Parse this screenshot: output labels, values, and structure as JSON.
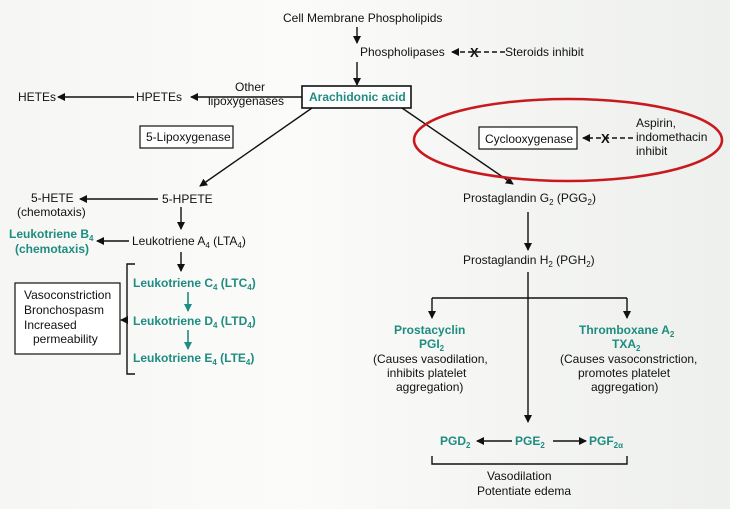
{
  "top": {
    "phospholipids": "Cell Membrane Phospholipids",
    "phospholipases": "Phospholipases",
    "x": "X",
    "steroids": "Steroids inhibit"
  },
  "aa": {
    "label": "Arachidonic acid"
  },
  "left": {
    "hetes": "HETEs",
    "hpetes": "HPETEs",
    "other1": "Other",
    "other2": "lipoxygenases",
    "lipox5": "5-Lipoxygenase",
    "hete5": "5-HETE",
    "chemotaxis": "(chemotaxis)",
    "hpete5": "5-HPETE",
    "ltb": "Leukotriene B",
    "ltb_sub": "4",
    "ltb_chemo": "(chemotaxis)",
    "lta": "Leukotriene A",
    "lta_sub": "4",
    "lta_abbr": " (LTA",
    "lta_abbr_sub": "4",
    "lta_close": ")",
    "ltc": "Leukotriene C",
    "ltc_sub": "4",
    "ltc_abbr": " (LTC",
    "ltc_abbr_sub": "4",
    "ltc_close": ")",
    "ltd": "Leukotriene D",
    "ltd_sub": "4",
    "ltd_abbr": " (LTD",
    "ltd_abbr_sub": "4",
    "ltd_close": ")",
    "lte": "Leukotriene E",
    "lte_sub": "4",
    "lte_abbr": " (LTE",
    "lte_abbr_sub": "4",
    "lte_close": ")",
    "effects": [
      "Vasoconstriction",
      "Bronchospasm",
      "Increased",
      "permeability"
    ]
  },
  "right": {
    "cox": "Cyclooxygenase",
    "x": "X",
    "aspirin": [
      "Aspirin,",
      "indomethacin",
      "inhibit"
    ],
    "pgg": "Prostaglandin G",
    "pgg_sub": "2",
    "pgg_abbr": " (PGG",
    "pgg_abbr_sub": "2",
    "pgg_close": ")",
    "pgh": "Prostaglandin H",
    "pgh_sub": "2",
    "pgh_abbr": " (PGH",
    "pgh_abbr_sub": "2",
    "pgh_close": ")",
    "prostacyclin": "Prostacyclin",
    "pgi": "PGI",
    "pgi_sub": "2",
    "pgi_desc": [
      "(Causes vasodilation,",
      "inhibits platelet",
      "aggregation)"
    ],
    "thromboxane": "Thromboxane A",
    "thromboxane_sub": "2",
    "txa": "TXA",
    "txa_sub": "2",
    "txa_desc": [
      "(Causes vasoconstriction,",
      "promotes platelet",
      "aggregation)"
    ],
    "pgd": "PGD",
    "pgd_sub": "2",
    "pge": "PGE",
    "pge_sub": "2",
    "pgf": "PGF",
    "pgf_sub": "2α",
    "vasodilation": "Vasodilation",
    "edema": "Potentiate edema"
  },
  "colors": {
    "accent": "#1e8c80",
    "highlight": "#c8191e",
    "ink": "#111111"
  }
}
